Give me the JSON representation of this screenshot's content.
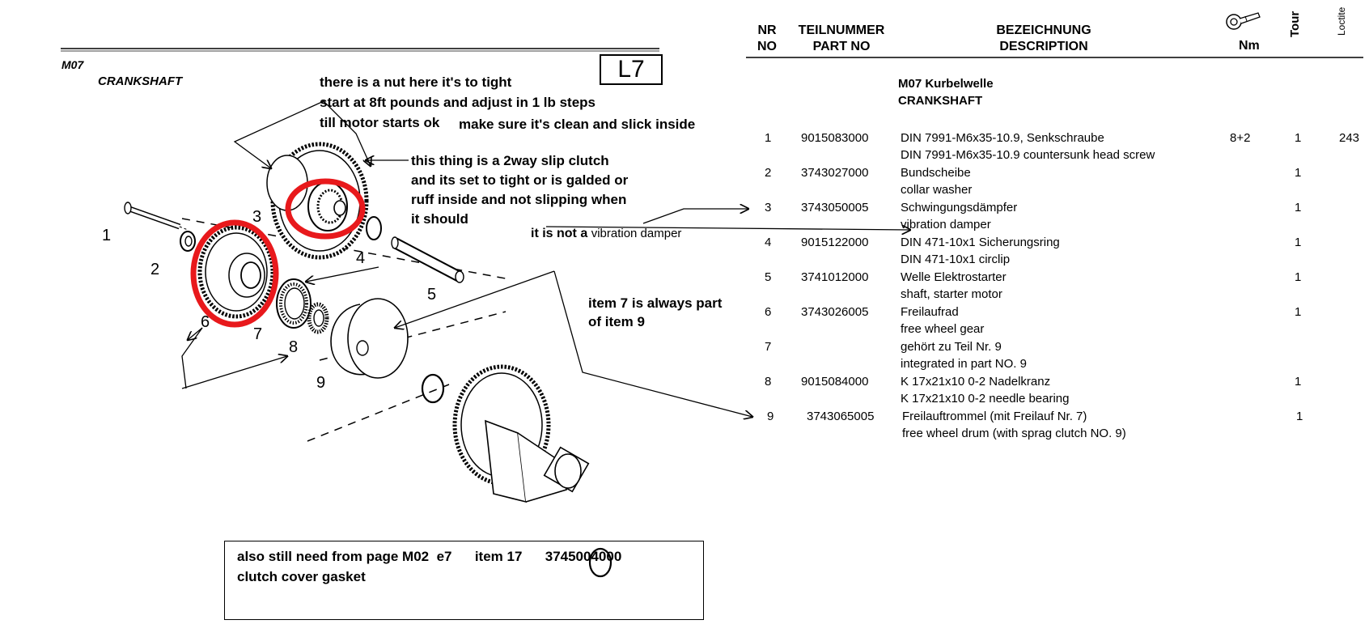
{
  "section": {
    "code": "M07",
    "name": "CRANKSHAFT",
    "page_label": "L7"
  },
  "table_header": {
    "nr": [
      "NR",
      "NO"
    ],
    "teilnummer": [
      "TEILNUMMER",
      "PART NO"
    ],
    "bezeichnung": [
      "BEZEICHNUNG",
      "DESCRIPTION"
    ],
    "nm": "Nm",
    "tour": "Tour",
    "loctite": "Loctite",
    "wrench_icon": "torque-wrench-icon"
  },
  "group_title": {
    "de": "M07 Kurbelwelle",
    "en": "CRANKSHAFT"
  },
  "rows": [
    {
      "nr": "1",
      "part": "9015083000",
      "de": "DIN 7991-M6x35-10.9, Senkschraube",
      "en": "DIN 7991-M6x35-10.9  countersunk head screw",
      "nm": "8+2",
      "tour": "1",
      "loctite": "243"
    },
    {
      "nr": "2",
      "part": "3743027000",
      "de": "Bundscheibe",
      "en": "collar washer",
      "nm": "",
      "tour": "1",
      "loctite": ""
    },
    {
      "nr": "3",
      "part": "3743050005",
      "de": "Schwingungsdämpfer",
      "en": "vibration damper",
      "nm": "",
      "tour": "1",
      "loctite": ""
    },
    {
      "nr": "4",
      "part": "9015122000",
      "de": "DIN 471-10x1 Sicherungsring",
      "en": "DIN 471-10x1 circlip",
      "nm": "",
      "tour": "1",
      "loctite": ""
    },
    {
      "nr": "5",
      "part": "3741012000",
      "de": "Welle Elektrostarter",
      "en": "shaft, starter motor",
      "nm": "",
      "tour": "1",
      "loctite": ""
    },
    {
      "nr": "6",
      "part": "3743026005",
      "de": "Freilaufrad",
      "en": "free wheel gear",
      "nm": "",
      "tour": "1",
      "loctite": ""
    },
    {
      "nr": "7",
      "part": "",
      "de": "gehört zu Teil Nr. 9",
      "en": "integrated in part NO. 9",
      "nm": "",
      "tour": "",
      "loctite": ""
    },
    {
      "nr": "8",
      "part": "9015084000",
      "de": "K 17x21x10 0-2 Nadelkranz",
      "en": "K 17x21x10 0-2 needle bearing",
      "nm": "",
      "tour": "1",
      "loctite": ""
    },
    {
      "nr": "9",
      "part": "3743065005",
      "de": "Freilauftrommel (mit Freilauf Nr. 7)",
      "en": "free wheel drum (with sprag clutch NO. 9)",
      "nm": "",
      "tour": "1",
      "loctite": ""
    }
  ],
  "diagram_numbers": [
    "1",
    "2",
    "3",
    "4",
    "5",
    "6",
    "7",
    "8",
    "9"
  ],
  "notes": {
    "nut": [
      "there is a nut here it's to tight",
      "start at 8ft pounds and adjust in 1 lb steps",
      "till motor starts ok"
    ],
    "clean": "make sure it's clean and slick inside",
    "clutch": [
      "this thing is a 2way slip clutch",
      "and its set to tight or is galded or",
      "ruff inside and not slipping when",
      "it should"
    ],
    "damper_prefix": "it is not a",
    "damper_suffix": "vibration damper",
    "item7": [
      "item 7 is always part",
      "of item 9"
    ],
    "bottom": [
      "also still need from page M02  e7      item 17      3745004000",
      "clutch cover gasket"
    ]
  },
  "colors": {
    "highlight": "#e8191c",
    "ink": "#000000"
  }
}
